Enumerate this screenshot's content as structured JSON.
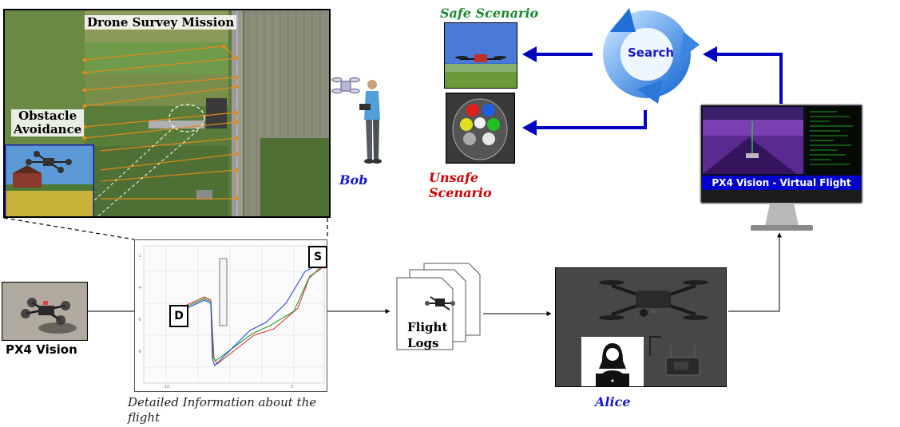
{
  "map_panel": {
    "title": "Drone Survey Mission",
    "inset_label_line1": "Obstacle",
    "inset_label_line2": "Avoidance"
  },
  "px4_vision": {
    "label": "PX4 Vision"
  },
  "flight_plot": {
    "label_d": "D",
    "label_s": "S",
    "caption_line1": "Detailed Information about the",
    "caption_line2": "flight"
  },
  "flight_logs": {
    "line1": "Flight",
    "line2": "Logs"
  },
  "bob": {
    "label": "Bob"
  },
  "alice": {
    "label": "Alice"
  },
  "safe_scenario": {
    "label": "Safe Scenario"
  },
  "unsafe_scenario": {
    "line1": "Unsafe",
    "line2": "Scenario"
  },
  "search": {
    "label": "Search"
  },
  "virtual_flight": {
    "label": "PX4 Vision - Virtual Flight"
  },
  "colors": {
    "arrow_blue": "#0000bf",
    "safe_green": "#1a8a2e",
    "unsafe_red": "#cc0000",
    "name_blue": "#1a1acc",
    "cycle_blue": "#1f6fd6"
  }
}
